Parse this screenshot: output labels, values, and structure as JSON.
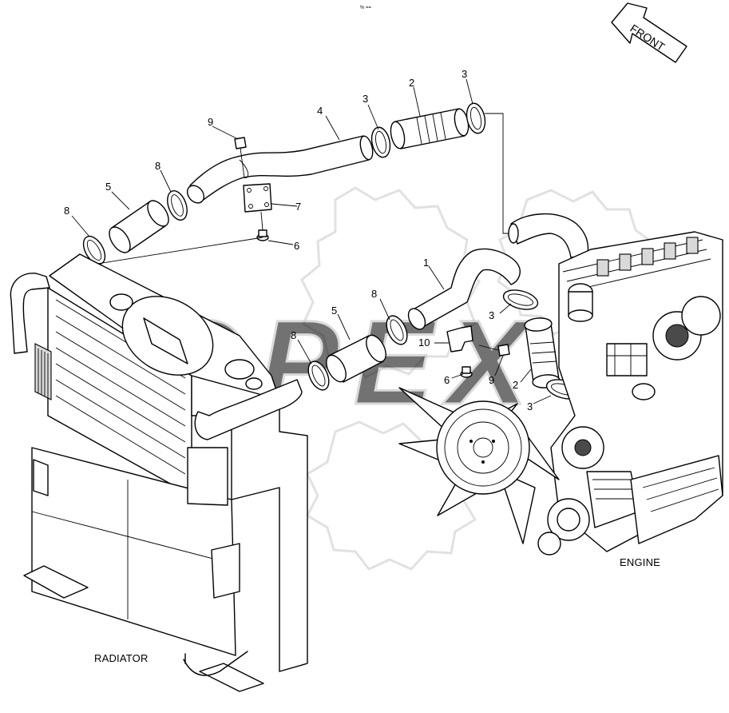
{
  "header": {
    "corner_mark": "% =="
  },
  "front_arrow": {
    "label": "FRONT"
  },
  "labels": {
    "radiator": "RADIATOR",
    "engine": "ENGINE"
  },
  "watermark": {
    "text": "OPEX"
  },
  "callouts": {
    "upper_2": "2",
    "upper_3_left": "3",
    "upper_3_right": "3",
    "upper_4": "4",
    "upper_5": "5",
    "upper_6": "6",
    "upper_7": "7",
    "upper_8_left": "8",
    "upper_8_right": "8",
    "upper_9": "9",
    "lower_1": "1",
    "lower_2": "2",
    "lower_3_upper": "3",
    "lower_3_lower": "3",
    "lower_5": "5",
    "lower_6": "6",
    "lower_8_left": "8",
    "lower_8_right": "8",
    "lower_9": "9",
    "lower_10": "10"
  }
}
